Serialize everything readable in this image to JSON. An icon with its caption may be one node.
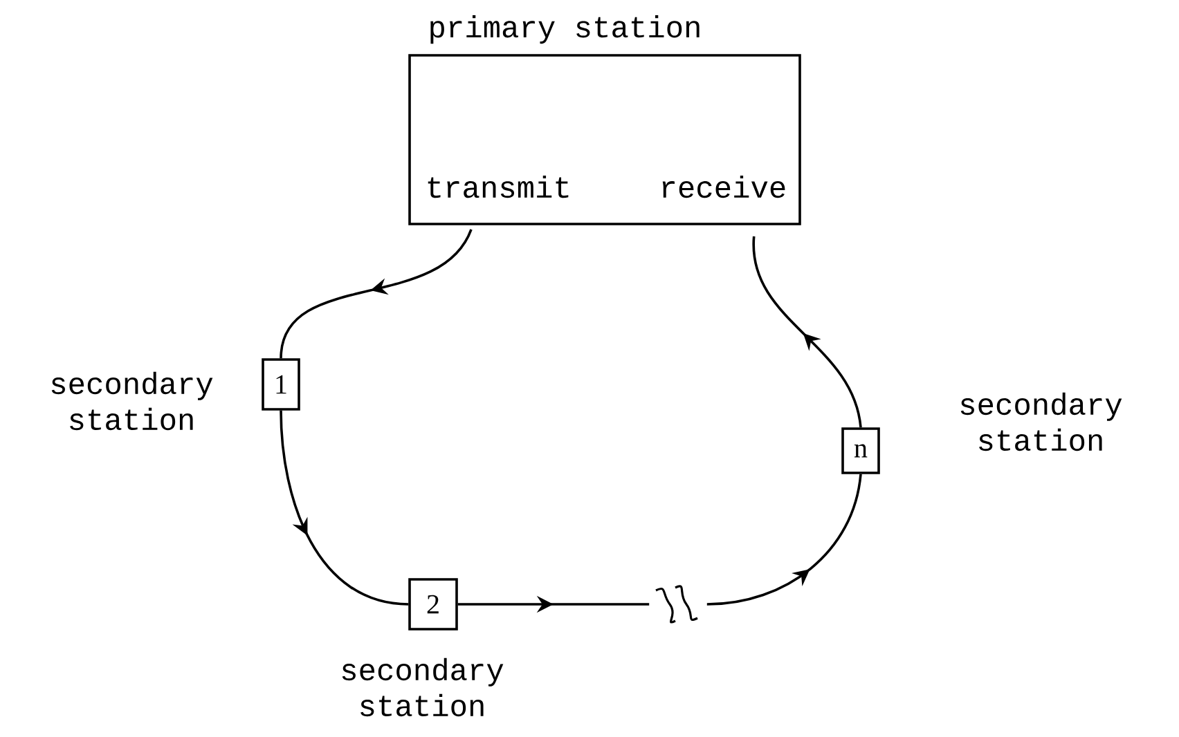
{
  "diagram": {
    "nodes": [
      {
        "text": [
          "primary station",
          "transmit",
          "receive"
        ]
      },
      {
        "text": [
          "1"
        ],
        "beside": [
          "secondary station"
        ]
      },
      {
        "text": [
          "2"
        ],
        "beside": [
          "secondary station"
        ]
      },
      {
        "text": [
          "n"
        ],
        "beside": [
          "secondary station"
        ]
      },
      {
        "text": [],
        "shape": "squiggle"
      }
    ],
    "edges": [
      {
        "from": 0,
        "to": 1,
        "arrow": "to"
      },
      {
        "from": 1,
        "to": 2,
        "arrow": "to"
      },
      {
        "from": 2,
        "to": 4,
        "arrow": "to"
      },
      {
        "from": 4,
        "to": 3,
        "arrow": "to"
      },
      {
        "from": 3,
        "to": 0,
        "arrow": "to"
      }
    ]
  }
}
